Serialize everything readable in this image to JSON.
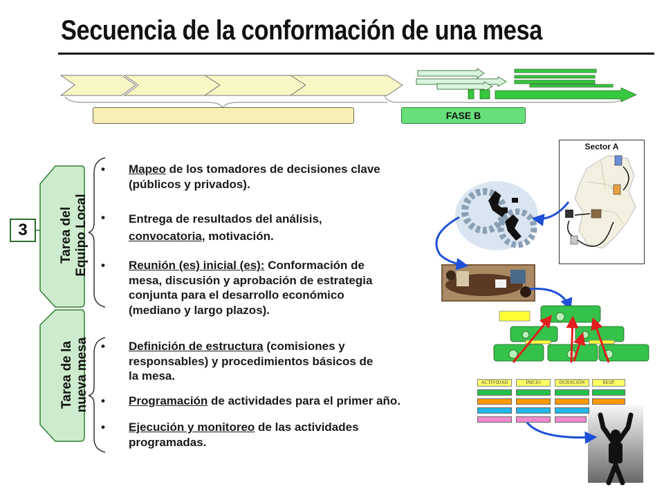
{
  "title": "Secuencia de la conformación de una mesa",
  "step_number": "3",
  "phase_label": "FASE B",
  "sector_label": "Sector A",
  "side_labels": {
    "local_team": [
      "Tarea del",
      "Equipo Local"
    ],
    "new_table": [
      "Tarea de la",
      "nueva mesa"
    ]
  },
  "bullets_local": [
    {
      "u": "Mapeo",
      "rest": " de los tomadores de decisiones clave",
      "line2": "(públicos y privados)."
    },
    {
      "line1": "Entrega de resultados del análisis,",
      "u": "convocatoria",
      "rest": ", motivación."
    },
    {
      "u": "Reunión (es) inicial (es):",
      "rest": " Conformación de",
      "line2": "mesa, discusión y aprobación de estrategia",
      "line3": "conjunta para el desarrollo económico",
      "line4": "(mediano y largo plazos)."
    }
  ],
  "bullets_mesa": [
    {
      "u": "Definición de estructura",
      "rest": " (comisiones y",
      "line2": "responsables) y procedimientos básicos de",
      "line3": "la mesa."
    },
    {
      "u": "Programación",
      "rest": " de actividades para el primer año."
    },
    {
      "u": "Ejecución y monitoreo",
      "rest": " de las actividades",
      "line2": "programadas."
    }
  ],
  "table_headers": [
    "ACTIVIDAD",
    "INICIO",
    "DURACIÓN",
    "RESP."
  ],
  "colors": {
    "phase_b": "#66e07a",
    "phase_a": "#f6f0b8",
    "chevron_fill": "#f8f6c4",
    "arrow_blue": "#1d4fd8",
    "arrow_red": "#e11d1d",
    "org_green": "#35c24a",
    "row_colors": [
      "#22c24a",
      "#ff9900",
      "#22b8e8",
      "#f58ad0"
    ]
  },
  "icons": [
    "gears-people-illustration",
    "meeting-photo",
    "celebrating-person-photo",
    "sector-map"
  ]
}
